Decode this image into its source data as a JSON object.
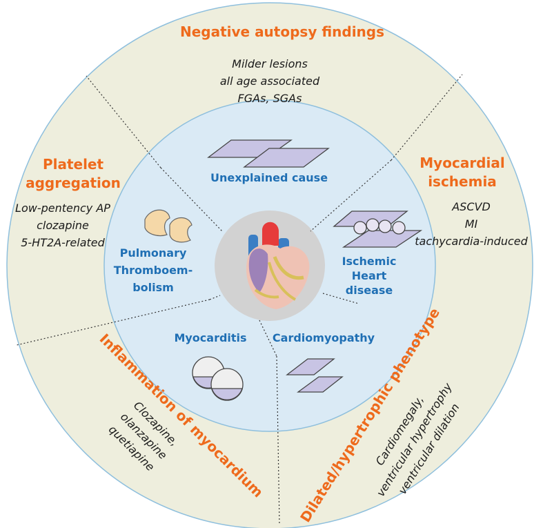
{
  "colors": {
    "outer_ring_fill": "#eeeedd",
    "inner_circle_fill": "#daeaf5",
    "center_fill": "#d2d2d2",
    "ring_border": "#8ebfdd",
    "title_orange": "#ee6a1c",
    "inner_blue": "#1f6fb4",
    "cell_fill": "#c8c4e4",
    "cell_stroke": "#444444"
  },
  "outer_segments": {
    "top": {
      "title": "Negative autopsy findings",
      "lines": [
        "Milder lesions",
        "all age associated",
        "FGAs, SGAs"
      ]
    },
    "left": {
      "title_lines": [
        "Platelet",
        "aggregation"
      ],
      "lines": [
        "Low-pentency AP",
        "clozapine",
        "5-HT2A-related"
      ]
    },
    "right": {
      "title_lines": [
        "Myocardial",
        "ischemia"
      ],
      "lines": [
        "ASCVD",
        "MI",
        "tachycardia-induced"
      ]
    },
    "bottom_left": {
      "title": "Inflammation of myocardium",
      "lines": [
        "Clozapine,",
        "olanzapine",
        "quetiapine"
      ]
    },
    "bottom_right": {
      "title": "Dilated/hypertrophic phenotype",
      "lines": [
        "Cardiomegaly,",
        "ventricular hypertrophy",
        "ventricular dilation"
      ]
    }
  },
  "inner_segments": {
    "top": "Unexplained cause",
    "left": [
      "Pulmonary",
      "Thromboem-",
      "bolism"
    ],
    "right": [
      "Ischemic",
      "Heart",
      "disease"
    ],
    "bottom_left": "Myocarditis",
    "bottom_right": "Cardiomyopathy"
  },
  "icons": {
    "center": "heart-icon",
    "unexplained": "elongated-cells-icon",
    "embolism": "platelet-clumps-icon",
    "ischemic": "cells-with-plaque-icon",
    "myocarditis": "round-inflamed-cells-icon",
    "cardiomyopathy": "spindle-cells-icon"
  }
}
